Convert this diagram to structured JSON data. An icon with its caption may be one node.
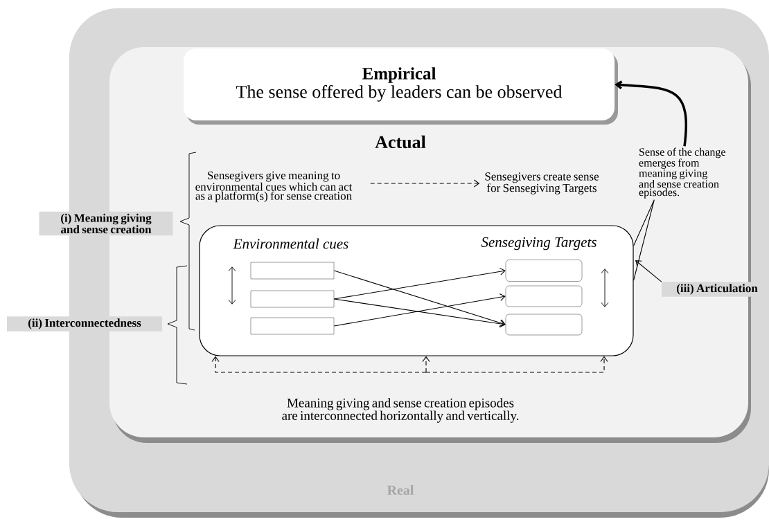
{
  "diagram": {
    "nodes": [
      {
        "text": [
          "Real"
        ]
      },
      {
        "text": [
          "Actual"
        ],
        "in": 0
      },
      {
        "text": [
          "Empirical",
          "The sense offered by leaders can be observed"
        ],
        "in": 1
      },
      {
        "text": [
          "Sensegivers give meaning to environmental cues which can act as a platform(s) for sense creation"
        ],
        "in": 1
      },
      {
        "text": [
          "Sensegivers create sense for Sensegiving Targets"
        ],
        "in": 1
      },
      {
        "text": [
          "Environmental cues",
          "Sensegiving Targets"
        ],
        "in": 1
      },
      {
        "text": [],
        "shape": "box",
        "in": 5
      },
      {
        "text": [],
        "shape": "box",
        "in": 5
      },
      {
        "text": [],
        "shape": "box",
        "in": 5
      },
      {
        "text": [],
        "shape": "box",
        "in": 5
      },
      {
        "text": [],
        "shape": "box",
        "in": 5
      },
      {
        "text": [],
        "shape": "box",
        "in": 5
      },
      {
        "text": [
          "Sense of the change emerges from meaning giving and sense creation episodes."
        ],
        "in": 1
      },
      {
        "text": [
          "(i) Meaning giving and sense creation"
        ],
        "in": 0
      },
      {
        "text": [
          "(ii) Interconnectedness"
        ],
        "in": 0
      },
      {
        "text": [
          "(iii) Articulation"
        ],
        "in": 0
      },
      {
        "text": [
          "Meaning giving and sense creation episodes are interconnected horizontally and vertically."
        ],
        "in": 1
      }
    ],
    "edges": [
      {
        "from": 3,
        "to": 4,
        "arrow": "to",
        "style": "dashed"
      },
      {
        "from": 6,
        "to": 11,
        "arrow": "to"
      },
      {
        "from": 7,
        "to": 9,
        "arrow": "to"
      },
      {
        "from": 7,
        "to": 11,
        "arrow": "to"
      },
      {
        "from": 8,
        "to": 10,
        "arrow": "to"
      },
      {
        "from": 12,
        "to": 2,
        "arrow": "to",
        "style": "thick"
      },
      {
        "from": 12,
        "to": 5,
        "arrow": "none"
      },
      {
        "from": 15,
        "to": 5,
        "arrow": "to"
      },
      {
        "from": null,
        "to": 5,
        "arrow": "to",
        "style": "dashed"
      },
      {
        "from": null,
        "to": 5,
        "arrow": "to",
        "style": "dashed"
      },
      {
        "from": null,
        "to": 5,
        "arrow": "to",
        "style": "dashed"
      }
    ]
  }
}
